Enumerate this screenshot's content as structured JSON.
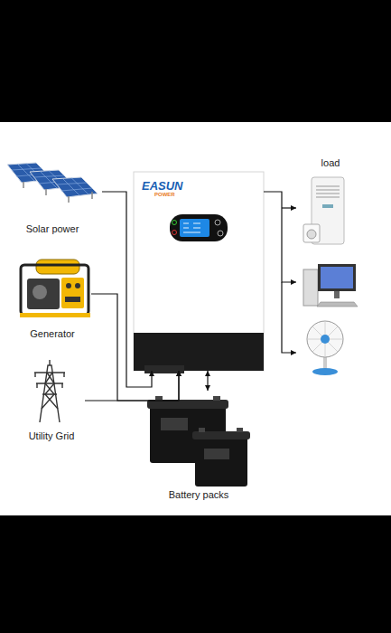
{
  "diagram": {
    "nodes": [
      {
        "text": [
          "Solar power"
        ]
      },
      {
        "text": [
          "EASUN",
          "POWER"
        ]
      },
      {
        "text": [
          "load"
        ]
      },
      {
        "text": [
          "Generator"
        ]
      },
      {
        "text": [
          "Utility Grid"
        ]
      },
      {
        "text": [
          "Battery packs"
        ]
      }
    ],
    "edges": [
      {
        "from": 0,
        "to": 1,
        "arrow": "to"
      },
      {
        "from": 3,
        "to": 1,
        "arrow": "to"
      },
      {
        "from": 4,
        "to": 1,
        "arrow": "to"
      },
      {
        "from": 1,
        "to": 2,
        "arrow": "to"
      },
      {
        "from": 1,
        "to": 5,
        "arrow": "both"
      }
    ]
  }
}
